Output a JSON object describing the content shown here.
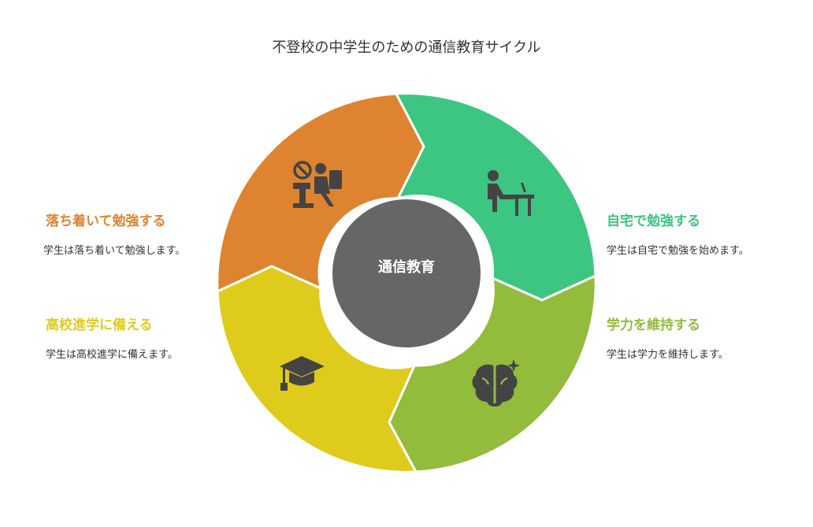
{
  "title": "不登校の中学生のための通信教育サイクル",
  "center": {
    "label": "通信教育"
  },
  "colors": {
    "orange": "#DE8431",
    "green": "#3DC582",
    "lime": "#93BB3C",
    "yellow": "#DFCB1B",
    "center": "#666666",
    "icon": "#444444"
  },
  "stages": {
    "calm": {
      "title": "落ち着いて勉強する",
      "desc": "学生は落ち着いて勉強します。",
      "icon": "focused-study-icon"
    },
    "home": {
      "title": "自宅で勉強する",
      "desc": "学生は自宅で勉強を始めます。",
      "icon": "desk-study-icon"
    },
    "maintain": {
      "title": "学力を維持する",
      "desc": "学生は学力を維持します。",
      "icon": "brain-icon"
    },
    "exam": {
      "title": "高校進学に備える",
      "desc": "学生は高校進学に備えます。",
      "icon": "graduation-cap-icon"
    }
  }
}
